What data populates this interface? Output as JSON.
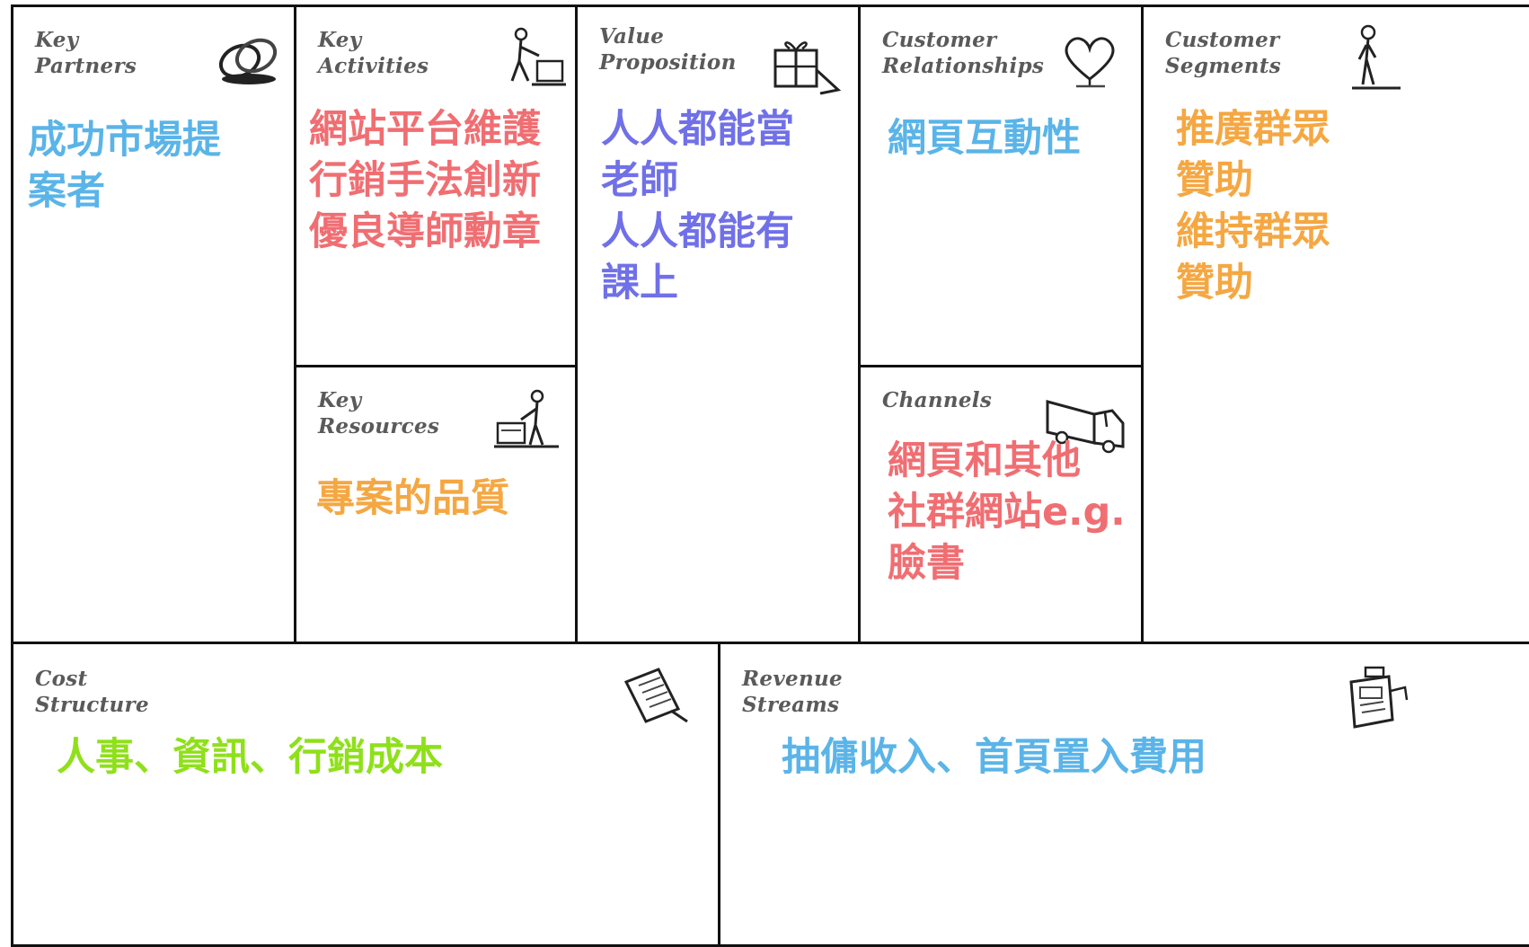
{
  "canvas": {
    "key_partners": {
      "heading": "Key\nPartners",
      "content": "成功市場提\n案者",
      "color": "#5ab4e8",
      "icon": "linked-rings-icon"
    },
    "key_activities": {
      "heading": "Key\nActivities",
      "content": "網站平台維護\n行銷手法創新\n優良導師勳章",
      "color": "#f06e72",
      "icon": "worker-pushing-icon"
    },
    "key_resources": {
      "heading": "Key\nResources",
      "content": "專案的品質",
      "color": "#f5a742",
      "icon": "forklift-worker-icon"
    },
    "value_proposition": {
      "heading": "Value\nProposition",
      "content": "人人都能當\n老師\n人人都能有\n課上",
      "color": "#7070e8",
      "icon": "gift-box-icon"
    },
    "customer_relationships": {
      "heading": "Customer\nRelationships",
      "content": "網頁互動性",
      "color": "#5ab4e8",
      "icon": "heart-icon"
    },
    "channels": {
      "heading": "Channels",
      "content": "網頁和其他\n社群網站e.g.\n臉書",
      "color": "#f06e72",
      "icon": "delivery-truck-icon"
    },
    "customer_segments": {
      "heading": "Customer\nSegments",
      "content": "推廣群眾\n贊助\n維持群眾\n贊助",
      "color": "#f5a742",
      "icon": "standing-person-icon"
    },
    "cost_structure": {
      "heading": "Cost\nStructure",
      "content": "人事、資訊、行銷成本",
      "color": "#8fe01a",
      "icon": "receipt-icon"
    },
    "revenue_streams": {
      "heading": "Revenue\nStreams",
      "content": "抽傭收入、首頁置入費用",
      "color": "#5ab4e8",
      "icon": "cash-register-icon"
    }
  }
}
